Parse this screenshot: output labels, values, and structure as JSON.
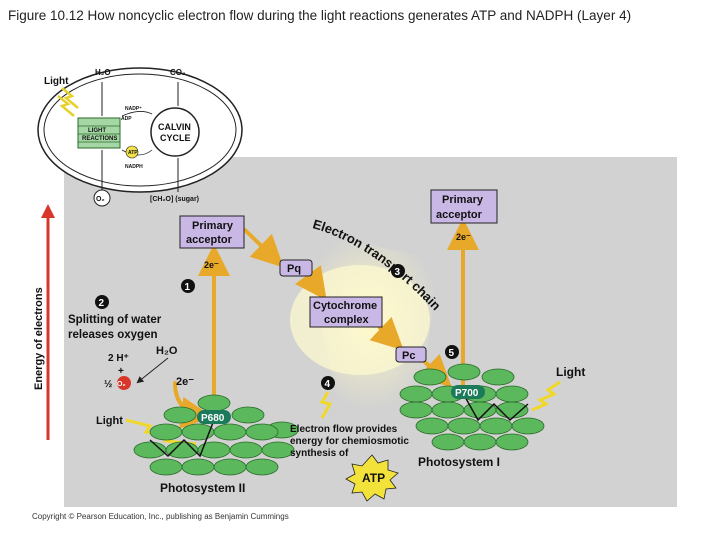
{
  "title": "Figure 10.12  How noncyclic electron flow during the light reactions generates ATP and NADPH (Layer 4)",
  "copyright": "Copyright © Pearson Education, Inc., publishing as Benjamin Cummings",
  "inset": {
    "light": "Light",
    "h2o": "H₂O",
    "co2": "CO₂",
    "nadp": "NADP⁺",
    "adp": "ADP",
    "light_reactions": [
      "LIGHT",
      "REACTIONS"
    ],
    "calvin_cycle": [
      "CALVIN",
      "CYCLE"
    ],
    "atp": "ATP",
    "nadph": "NADPH",
    "o2": "O₂",
    "sugar": "[CH₂O] (sugar)"
  },
  "main": {
    "axis_label": "Energy of electrons",
    "primary_acceptor_ps2": [
      "Primary",
      "acceptor"
    ],
    "primary_acceptor_ps1": [
      "Primary",
      "acceptor"
    ],
    "electron_transport_chain": "Electron transport chain",
    "pq": "Pq",
    "cytochrome_complex": [
      "Cytochrome",
      "complex"
    ],
    "pc": "Pc",
    "p680": "P680",
    "p700": "P700",
    "photosystem_ii": "Photosystem II",
    "photosystem_i": "Photosystem I",
    "light_left": "Light",
    "light_right": "Light",
    "e_ps2_top": "2e⁻",
    "e_ps1_top": "2e⁻",
    "e_water": "2e⁻",
    "h2o": "H₂O",
    "two_h": "2 H⁺",
    "plus": "+",
    "half": "½",
    "o2": "O₂",
    "step1": "1",
    "step2": "2",
    "step3": "3",
    "step4": "4",
    "step5": "5",
    "splitting_water": [
      "Splitting of water",
      "releases oxygen"
    ],
    "electron_flow_text": [
      "Electron flow provides",
      "energy for chemiosmotic",
      "synthesis of"
    ],
    "atp": "ATP"
  },
  "colors": {
    "panel": "#d2d2d2",
    "box": "#c9b8e6",
    "arrow": "#e8b23a",
    "pigment": "#5cb85c",
    "red_axis": "#d9362b",
    "badge": "#1a7a5a"
  }
}
